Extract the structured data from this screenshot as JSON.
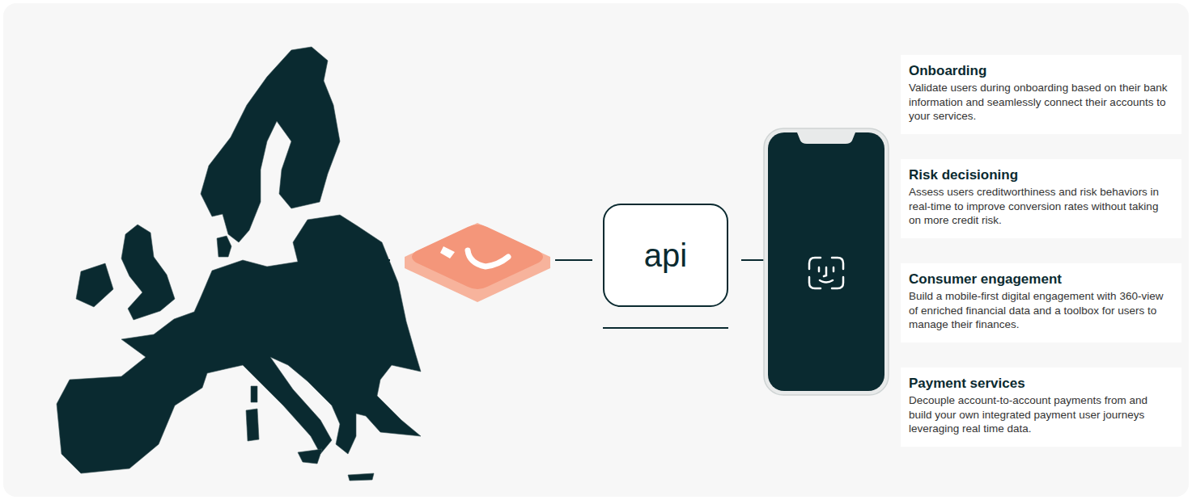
{
  "diagram": {
    "nodes": [
      {
        "text": [
          "api"
        ]
      },
      {
        "text": [
          "Onboarding",
          "Validate users during onboarding based on their bank information and seamlessly connect their accounts to your services."
        ]
      },
      {
        "text": [
          "Risk decisioning",
          "Assess users creditworthiness and risk behaviors in real-time to improve conversion rates without taking on more credit risk."
        ]
      },
      {
        "text": [
          "Consumer engagement",
          "Build a mobile-first digital engagement with 360-view of enriched financial data and a toolbox for users to manage their finances."
        ]
      },
      {
        "text": [
          "Payment services",
          "Decouple account-to-account payments from and build your own integrated payment user journeys leveraging real time data."
        ]
      }
    ]
  }
}
